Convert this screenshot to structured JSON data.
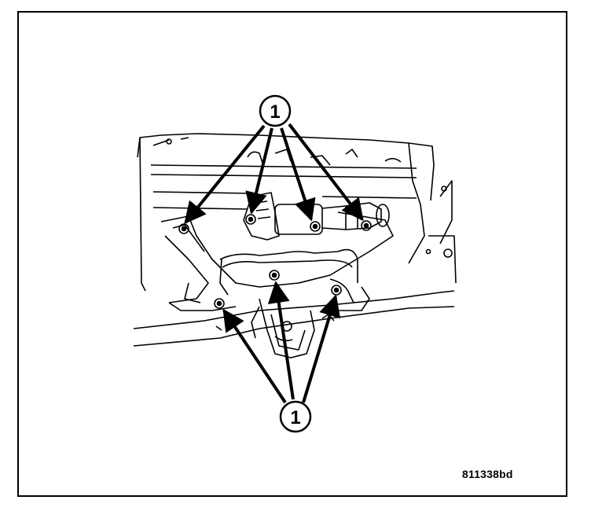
{
  "figure_code": "811338bd",
  "callouts": {
    "top_label": "1",
    "bottom_label": "1"
  },
  "colors": {
    "ink": "#000000",
    "paper": "#ffffff"
  }
}
